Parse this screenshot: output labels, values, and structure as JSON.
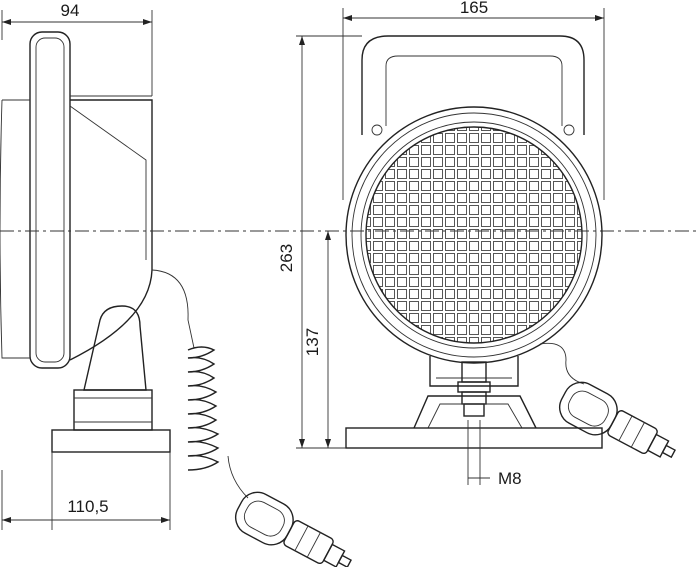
{
  "dimensions": {
    "side_depth": "94",
    "front_width": "165",
    "overall_height": "263",
    "base_to_center": "137",
    "base_length": "110,5",
    "thread": "M8"
  },
  "icons": {
    "lens": "grid-lens-icon",
    "plug": "cigarette-plug-icon"
  }
}
